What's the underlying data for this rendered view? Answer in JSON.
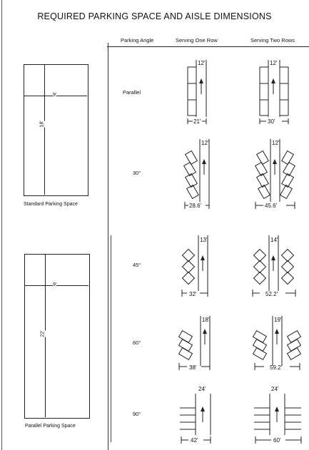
{
  "title": "REQUIRED PARKING SPACE AND AISLE DIMENSIONS",
  "headers": {
    "angle": "Parking Angle",
    "one_row": "Serving One Row",
    "two_rows": "Serving Two Rows"
  },
  "standard_space": {
    "width": "9'",
    "length": "18'",
    "caption": "Standard Parking Space"
  },
  "parallel_space": {
    "width": "9'",
    "length": "22'",
    "caption": "Parallel Parking Space"
  },
  "rows": [
    {
      "angle": "Parallel",
      "one_aisle": "12'",
      "one_total": "21'",
      "two_aisle": "12'",
      "two_total": "30'"
    },
    {
      "angle": "30°",
      "one_aisle": "12'",
      "one_total": "28.6'",
      "two_aisle": "12'",
      "two_total": "45.6'"
    },
    {
      "angle": "45°",
      "one_aisle": "13'",
      "one_total": "32'",
      "two_aisle": "14'",
      "two_total": "52.2'"
    },
    {
      "angle": "60°",
      "one_aisle": "18'",
      "one_total": "38'",
      "two_aisle": "19'",
      "two_total": "59.2'"
    },
    {
      "angle": "90°",
      "one_aisle": "24'",
      "one_total": "42'",
      "two_aisle": "24'",
      "two_total": "60'"
    }
  ]
}
